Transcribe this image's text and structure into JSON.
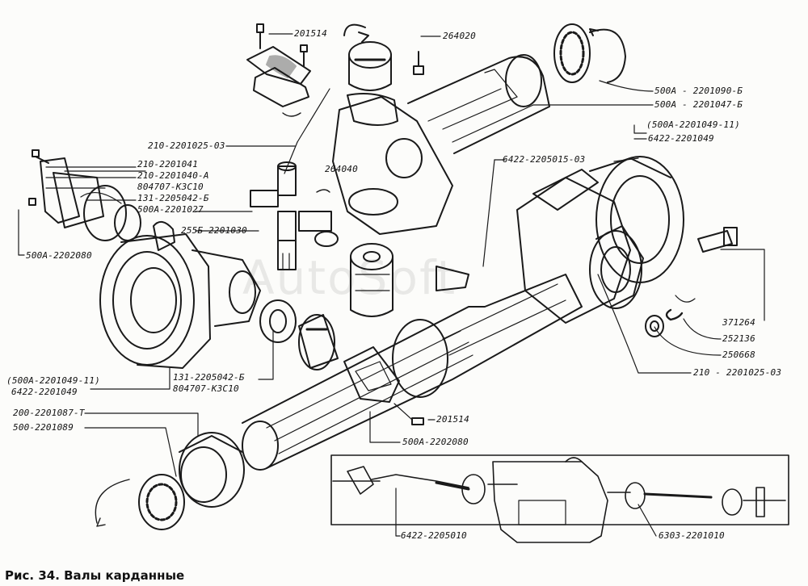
{
  "caption": "Рис. 34. Валы карданные",
  "watermark": "AutoSoft",
  "colors": {
    "ink": "#1a1a1a",
    "paper": "#fcfcfa"
  },
  "labels": [
    {
      "id": "l01",
      "text": "201514"
    },
    {
      "id": "l02",
      "text": "264020"
    },
    {
      "id": "l03",
      "text": "500А - 2201090-Б"
    },
    {
      "id": "l04",
      "text": "500А - 2201047-Б"
    },
    {
      "id": "l05",
      "text": "(500А-2201049-11)"
    },
    {
      "id": "l06",
      "text": "6422-2201049"
    },
    {
      "id": "l07",
      "text": "210-2201025-03"
    },
    {
      "id": "l08",
      "text": "6422-2205015-03"
    },
    {
      "id": "l09",
      "text": "210-2201041"
    },
    {
      "id": "l10",
      "text": "210-2201040-А"
    },
    {
      "id": "l11",
      "text": "804707-КЗС10"
    },
    {
      "id": "l12",
      "text": "131-2205042-Б"
    },
    {
      "id": "l13",
      "text": "500А-2201027"
    },
    {
      "id": "l14",
      "text": "264040"
    },
    {
      "id": "l15",
      "text": "255Б-2201030"
    },
    {
      "id": "l16",
      "text": "500А-2202080"
    },
    {
      "id": "l17",
      "text": "371264"
    },
    {
      "id": "l18",
      "text": "252136"
    },
    {
      "id": "l19",
      "text": "250668"
    },
    {
      "id": "l20",
      "text": "210 - 2201025-03"
    },
    {
      "id": "l21",
      "text": "(500А-2201049-11)"
    },
    {
      "id": "l22",
      "text": "6422-2201049"
    },
    {
      "id": "l23",
      "text": "131-2205042-Б"
    },
    {
      "id": "l24",
      "text": "804707-КЗС10"
    },
    {
      "id": "l25",
      "text": "200-2201087-Т"
    },
    {
      "id": "l26",
      "text": "500-2201089"
    },
    {
      "id": "l27",
      "text": "201514"
    },
    {
      "id": "l28",
      "text": "500А-2202080"
    },
    {
      "id": "l29",
      "text": "6422-2205010"
    },
    {
      "id": "l30",
      "text": "6303-2201010"
    }
  ]
}
